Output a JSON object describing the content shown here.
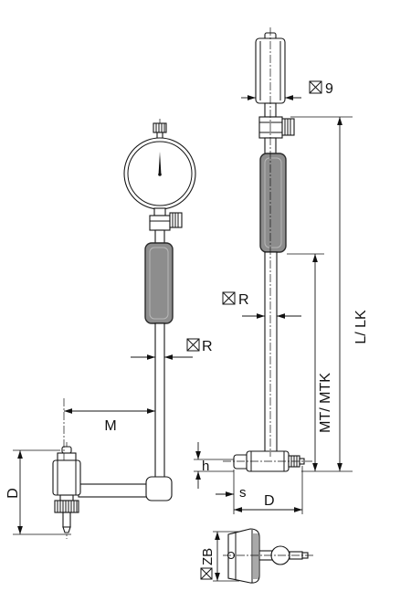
{
  "drawing": {
    "labels": {
      "top_dial_dim": "9",
      "left_rod_dim": "R",
      "right_rod_dim": "R",
      "offset_dim": "M",
      "overall_length_dim": "L/ LK",
      "measuring_length_dim": "MT/ MTK",
      "left_head_dim": "D",
      "head_height_dim": "h",
      "anvil_offset_dim": "s",
      "head_range_dim": "D",
      "head_width_dim": "ZB"
    },
    "icons": {
      "dimension_symbol": "square-cross-icon",
      "arrowhead": "arrowhead-icon"
    }
  }
}
